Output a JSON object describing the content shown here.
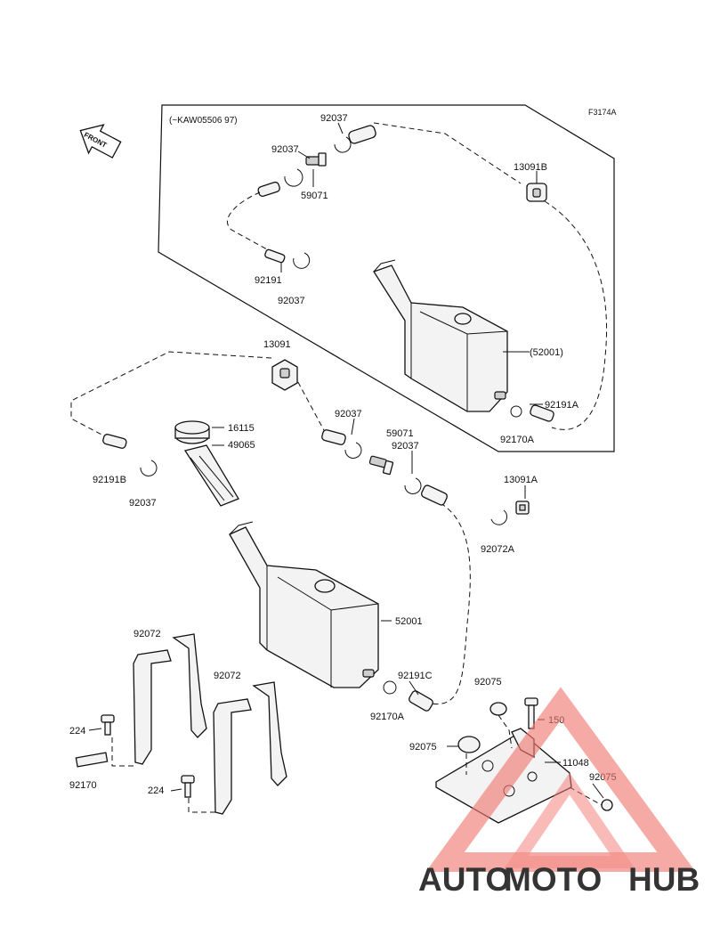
{
  "figure_id": "F3174A",
  "front_label": "FRONT",
  "box_header": "(~KAW05506 97)",
  "watermark": {
    "part1": "AUTO",
    "part2": "MOTO",
    "part3": "HUB",
    "color1": "#f5b23c",
    "color2": "#f07a73",
    "color3": "#7d7d7d"
  },
  "labels": {
    "box_92037_a": "92037",
    "box_92037_b": "92037",
    "box_59071": "59071",
    "box_13091B": "13091B",
    "box_92191": "92191",
    "box_92037_c": "92037",
    "box_52001": "(52001)",
    "box_92191A": "92191A",
    "box_92170A": "92170A",
    "l_13091": "13091",
    "l_16115": "16115",
    "l_49065": "49065",
    "l_92037_a": "92037",
    "l_59071": "59071",
    "l_92037_b": "92037",
    "l_92191B": "92191B",
    "l_92037_c": "92037",
    "l_13091A": "13091A",
    "l_92072A": "92072A",
    "l_52001": "52001",
    "l_92072_a": "92072",
    "l_92072_b": "92072",
    "l_224_a": "224",
    "l_92170": "92170",
    "l_224_b": "224",
    "l_92191C": "92191C",
    "l_92170A": "92170A",
    "l_92075_a": "92075",
    "l_150": "150",
    "l_92075_b": "92075",
    "l_11048": "11048",
    "l_92075_c": "92075"
  }
}
